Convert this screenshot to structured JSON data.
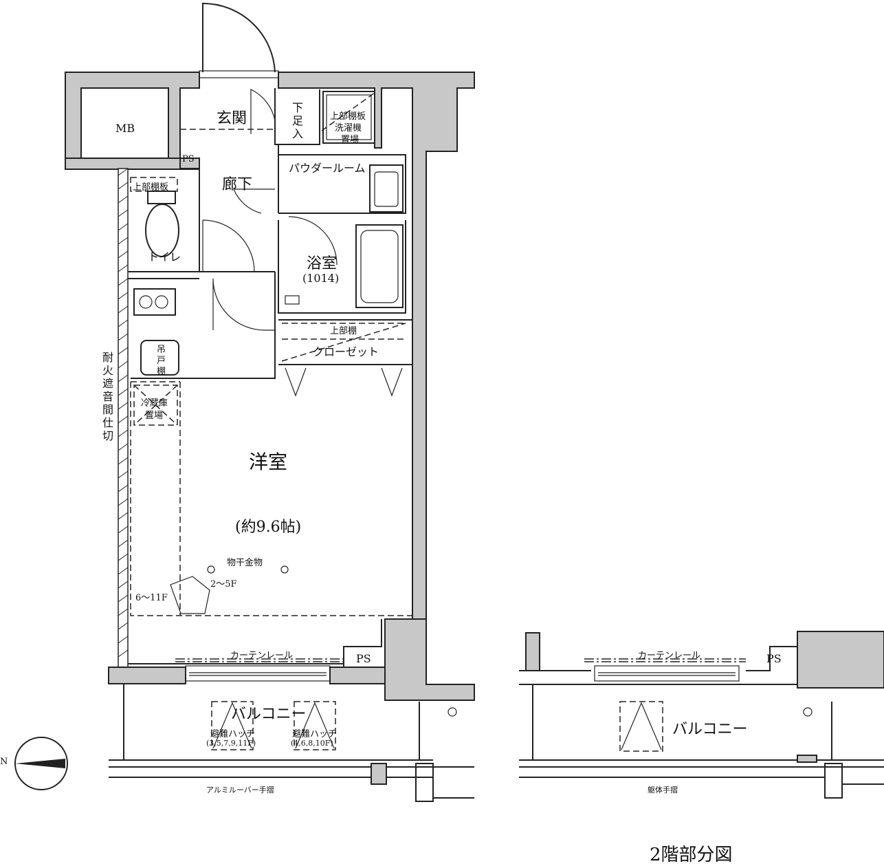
{
  "rooms": {
    "mb": "MB",
    "genkan": "玄関",
    "geta_1": "下",
    "geta_2": "足",
    "geta_3": "入",
    "washer_1": "上部棚板",
    "washer_2": "洗濯機",
    "washer_3": "置場",
    "ps_top": "PS",
    "rouka": "廊下",
    "powder": "パウダールーム",
    "toilet_shelf": "上部棚板",
    "toilet": "トイレ",
    "bath": "浴室",
    "bath_size": "(1014)",
    "upper_shelf": "上部棚",
    "closet": "クローゼット",
    "tsuri_1": "吊",
    "tsuri_2": "戸",
    "tsuri_3": "棚",
    "fridge_1": "冷蔵庫",
    "fridge_2": "置場",
    "yoshitsu": "洋室",
    "yoshitsu_size": "(約9.6帖)",
    "hoshi": "物干金物",
    "floors_a": "2～5F",
    "floors_b": "6～11F",
    "curtain_rail": "カーテンレール",
    "ps_bottom": "PS",
    "balcony": "バルコニー",
    "hatch_1": "避難ハッチ",
    "hatch_1_floors": "(3,5,7,9,11F)",
    "hatch_2": "避難ハッチ",
    "hatch_2_floors": "(4,6,8,10F)",
    "louver_rail": "アルミルーバー手摺"
  },
  "partition": [
    "耐",
    "火",
    "遮",
    "音",
    "間",
    "仕",
    "切"
  ],
  "compass": {
    "north": "N"
  },
  "second_floor": {
    "curtain_rail": "カーテンレール",
    "ps": "PS",
    "balcony": "バルコニー",
    "rail": "躯体手摺",
    "caption": "2階部分図"
  }
}
